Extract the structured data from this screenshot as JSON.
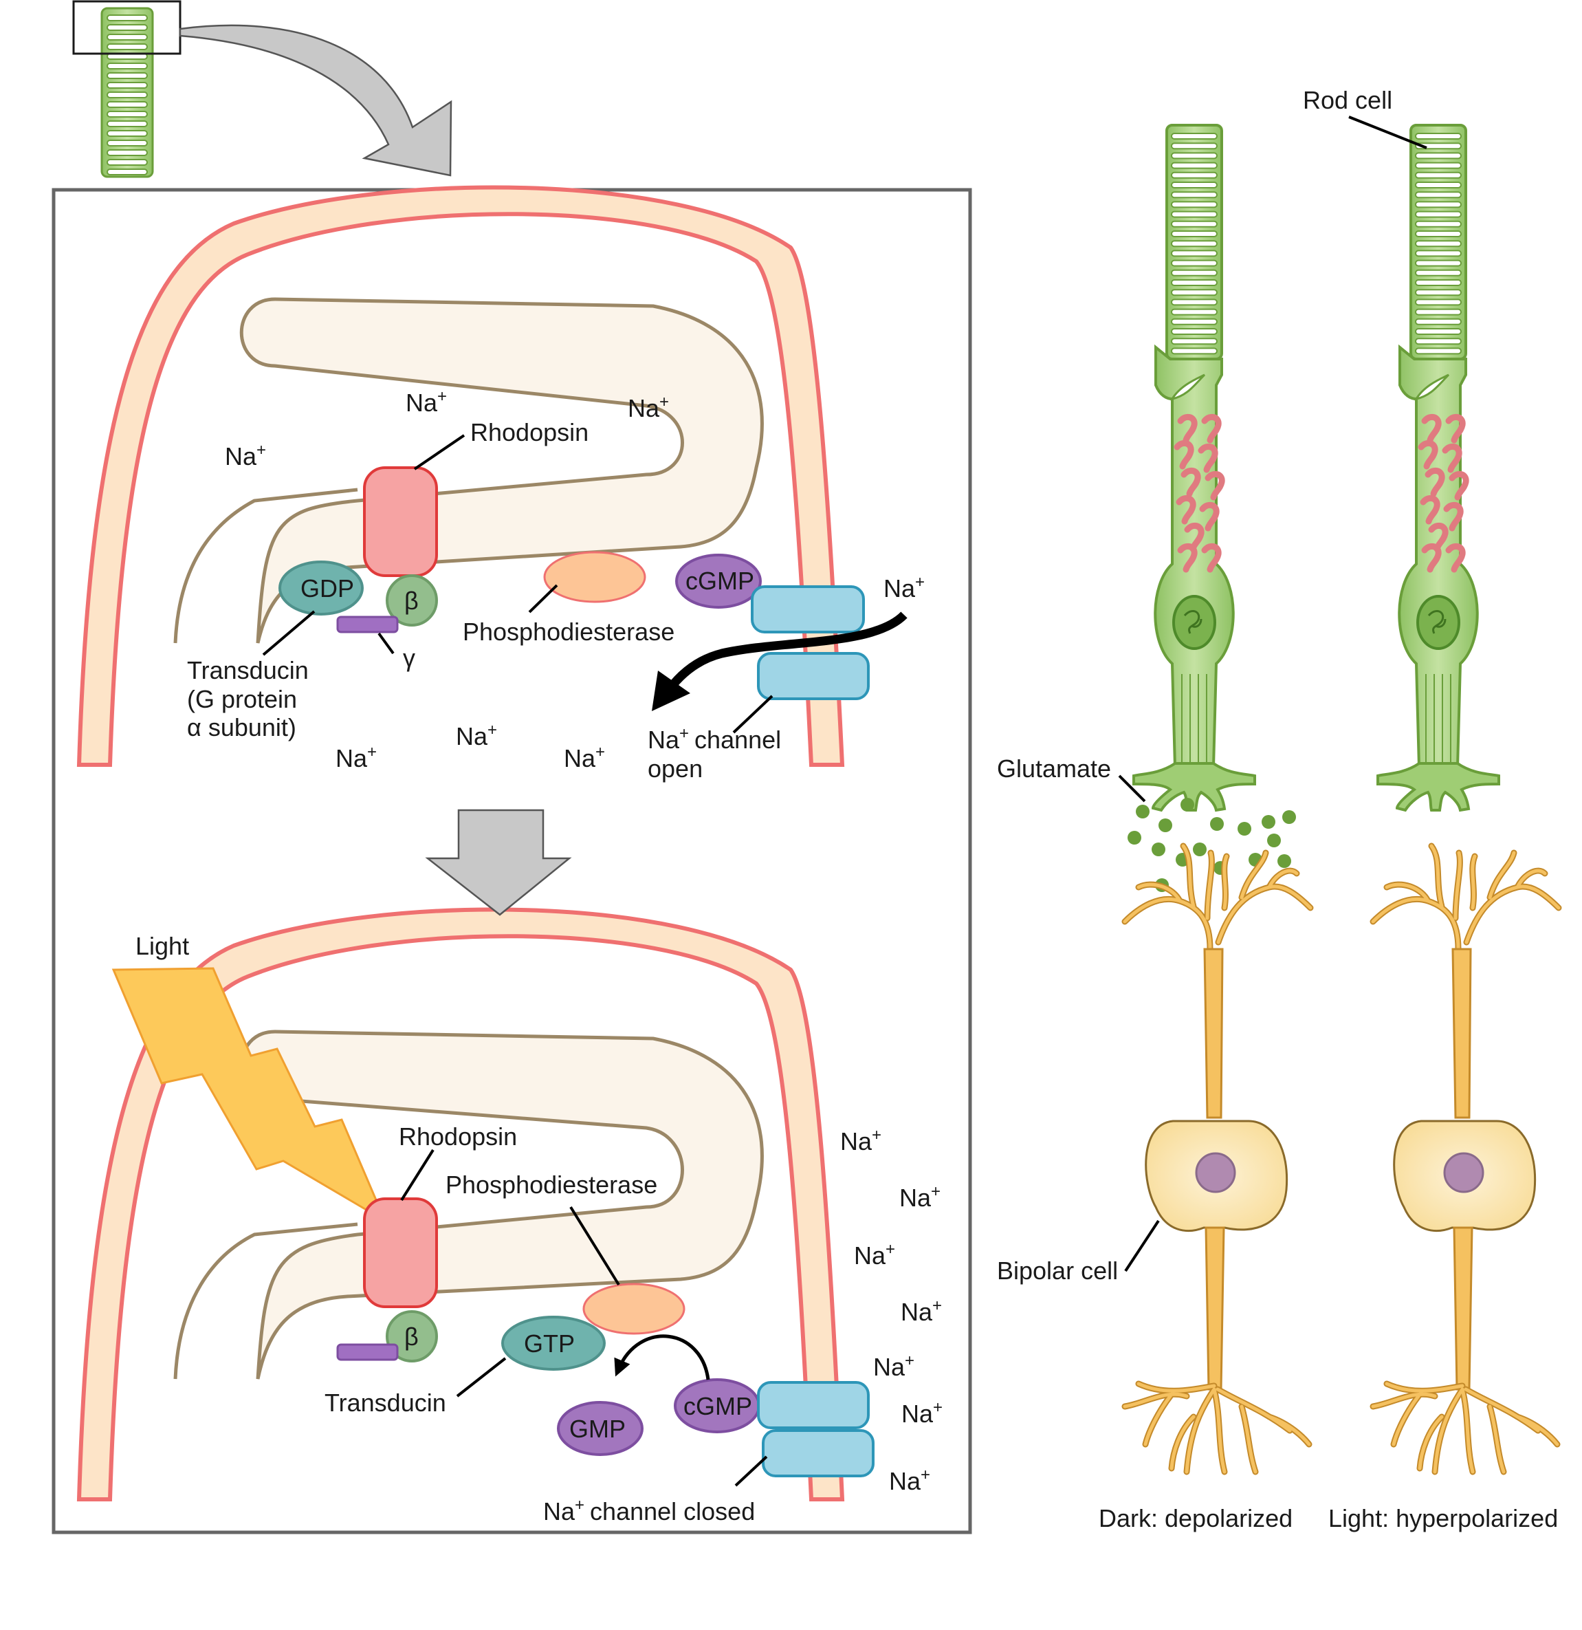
{
  "colors": {
    "rod_green": "#9fcd74",
    "rod_stroke": "#6a9e3a",
    "membrane_red": "#ef7070",
    "membrane_fill": "#fde4c8",
    "disc_fill": "#fbf4ea",
    "disc_stroke": "#9b8766",
    "rhodopsin": "#f6a3a3",
    "transducin": "#6fb3ad",
    "beta": "#93be8d",
    "gamma": "#a06fc2",
    "pde": "#fdc596",
    "cgmp": "#a276be",
    "channel": "#9fd5e6",
    "bipolar": "#f5c160",
    "light": "#fdc95a"
  },
  "dark_panel": {
    "na": [
      "Na",
      "Na",
      "Na",
      "Na",
      "Na",
      "Na",
      "Na"
    ],
    "plus": "+",
    "rhodopsin": "Rhodopsin",
    "gdp": "GDP",
    "beta": "β",
    "gamma": "γ",
    "transducin_lines": [
      "Transducin",
      "(G protein",
      "α subunit)"
    ],
    "phosphodiesterase": "Phosphodiesterase",
    "cgmp": "cGMP",
    "channel_lines": [
      "channel",
      "open"
    ]
  },
  "light_panel": {
    "light": "Light",
    "rhodopsin": "Rhodopsin",
    "phosphodiesterase": "Phosphodiesterase",
    "beta": "β",
    "gtp": "GTP",
    "transducin": "Transducin",
    "gmp": "GMP",
    "cgmp": "cGMP",
    "channel": "channel closed",
    "na": [
      "Na",
      "Na",
      "Na",
      "Na",
      "Na",
      "Na",
      "Na"
    ]
  },
  "right": {
    "rod_cell": "Rod cell",
    "glutamate": "Glutamate",
    "bipolar_cell": "Bipolar cell",
    "dark_caption": "Dark: depolarized",
    "light_caption": "Light: hyperpolarized"
  }
}
